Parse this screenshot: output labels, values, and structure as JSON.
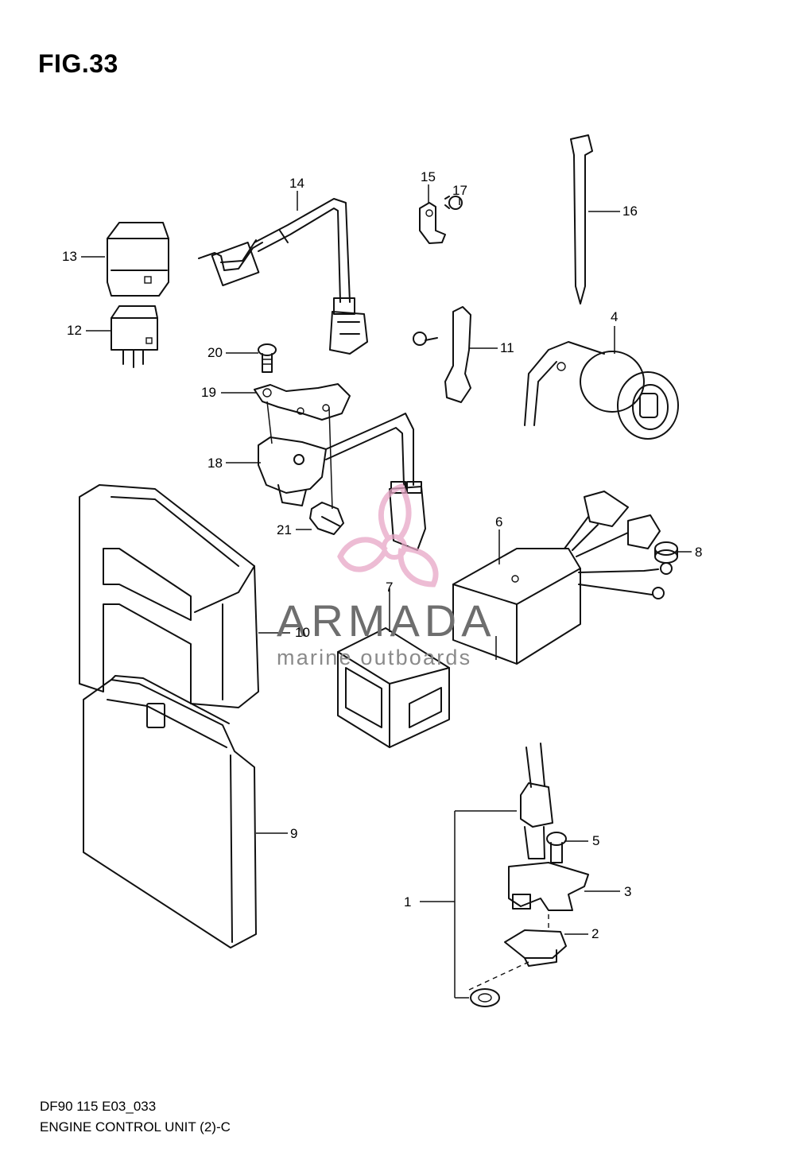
{
  "figure": {
    "title": "FIG.33",
    "code": "DF90 115 E03_033",
    "caption": "ENGINE CONTROL UNIT (2)-C"
  },
  "callouts": {
    "c1": "1",
    "c2": "2",
    "c3": "3",
    "c4": "4",
    "c5": "5",
    "c6": "6",
    "c7": "7",
    "c8": "8",
    "c9": "9",
    "c10": "10",
    "c11": "11",
    "c12": "12",
    "c13": "13",
    "c14": "14",
    "c15": "15",
    "c16": "16",
    "c17": "17",
    "c18": "18",
    "c19": "19",
    "c20": "20",
    "c21": "21"
  },
  "watermark": {
    "brand": "ARMADA",
    "tagline": "marine outboards",
    "logo_color": "#e7a6c6"
  }
}
